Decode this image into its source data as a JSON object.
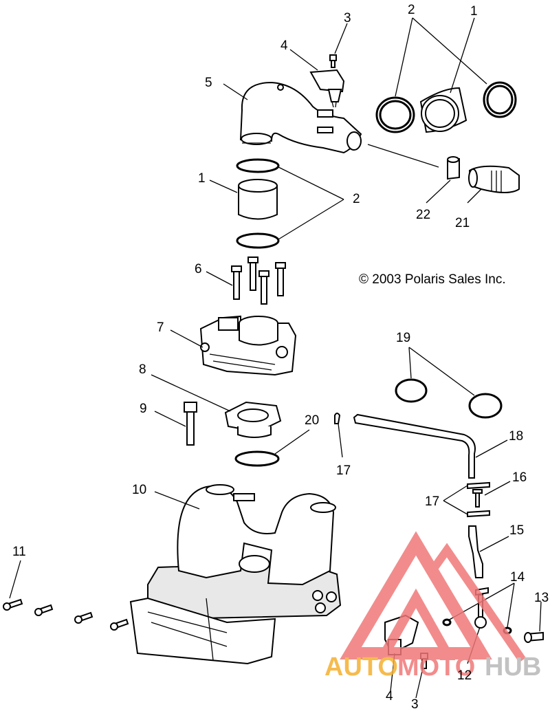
{
  "copyright": "© 2003 Polaris Sales Inc.",
  "callouts": [
    "1",
    "2",
    "3",
    "4",
    "5",
    "6",
    "7",
    "8",
    "9",
    "10",
    "11",
    "12",
    "13",
    "14",
    "15",
    "16",
    "17",
    "18",
    "19",
    "20",
    "21",
    "22"
  ],
  "labels": {
    "l1a": "1",
    "l2a": "2",
    "l3a": "3",
    "l4a": "4",
    "l5": "5",
    "l1b": "1",
    "l2b": "2",
    "l22": "22",
    "l21": "21",
    "l6": "6",
    "l7": "7",
    "l19": "19",
    "l8": "8",
    "l9": "9",
    "l20": "20",
    "l17a": "17",
    "l18": "18",
    "l10": "10",
    "l16": "16",
    "l17b": "17",
    "l15": "15",
    "l11": "11",
    "l14": "14",
    "l13": "13",
    "l12": "12",
    "l4b": "4",
    "l3b": "3"
  },
  "watermark": {
    "brand_a": "AUTO",
    "brand_b": "MOTO",
    "brand_c": "HUB",
    "color_triangle": "#f07878",
    "color_auto": "#f5b030",
    "color_moto": "#f07878",
    "color_hub": "#b8b8b8"
  }
}
